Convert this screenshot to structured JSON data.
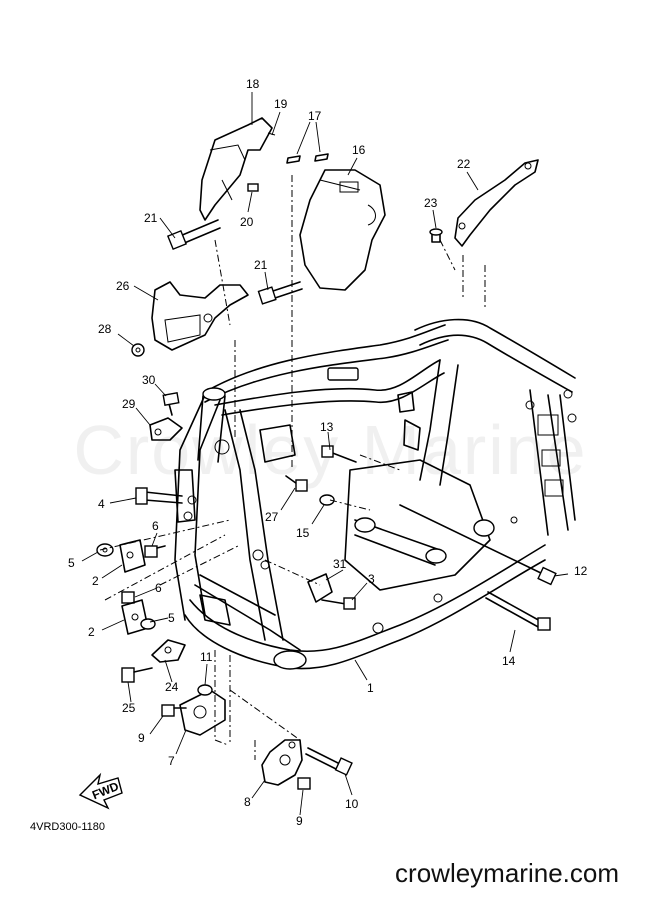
{
  "watermark": "Crowley Marine",
  "drawing_code": "4VRD300-1180",
  "site": "crowleymarine.com",
  "fwd_label": "FWD",
  "callouts": [
    {
      "id": "c1",
      "label": "1"
    },
    {
      "id": "c2a",
      "label": "2"
    },
    {
      "id": "c2b",
      "label": "2"
    },
    {
      "id": "c3",
      "label": "3"
    },
    {
      "id": "c4",
      "label": "4"
    },
    {
      "id": "c5a",
      "label": "5"
    },
    {
      "id": "c5b",
      "label": "5"
    },
    {
      "id": "c6a",
      "label": "6"
    },
    {
      "id": "c6b",
      "label": "6"
    },
    {
      "id": "c7",
      "label": "7"
    },
    {
      "id": "c8",
      "label": "8"
    },
    {
      "id": "c9a",
      "label": "9"
    },
    {
      "id": "c9b",
      "label": "9"
    },
    {
      "id": "c10",
      "label": "10"
    },
    {
      "id": "c11",
      "label": "11"
    },
    {
      "id": "c12",
      "label": "12"
    },
    {
      "id": "c13",
      "label": "13"
    },
    {
      "id": "c14",
      "label": "14"
    },
    {
      "id": "c15",
      "label": "15"
    },
    {
      "id": "c16",
      "label": "16"
    },
    {
      "id": "c17",
      "label": "17"
    },
    {
      "id": "c18",
      "label": "18"
    },
    {
      "id": "c19",
      "label": "19"
    },
    {
      "id": "c20",
      "label": "20"
    },
    {
      "id": "c21a",
      "label": "21"
    },
    {
      "id": "c21b",
      "label": "21"
    },
    {
      "id": "c22",
      "label": "22"
    },
    {
      "id": "c23",
      "label": "23"
    },
    {
      "id": "c24",
      "label": "24"
    },
    {
      "id": "c25",
      "label": "25"
    },
    {
      "id": "c26",
      "label": "26"
    },
    {
      "id": "c27",
      "label": "27"
    },
    {
      "id": "c28",
      "label": "28"
    },
    {
      "id": "c29",
      "label": "29"
    },
    {
      "id": "c30",
      "label": "30"
    },
    {
      "id": "c31",
      "label": "31"
    }
  ]
}
